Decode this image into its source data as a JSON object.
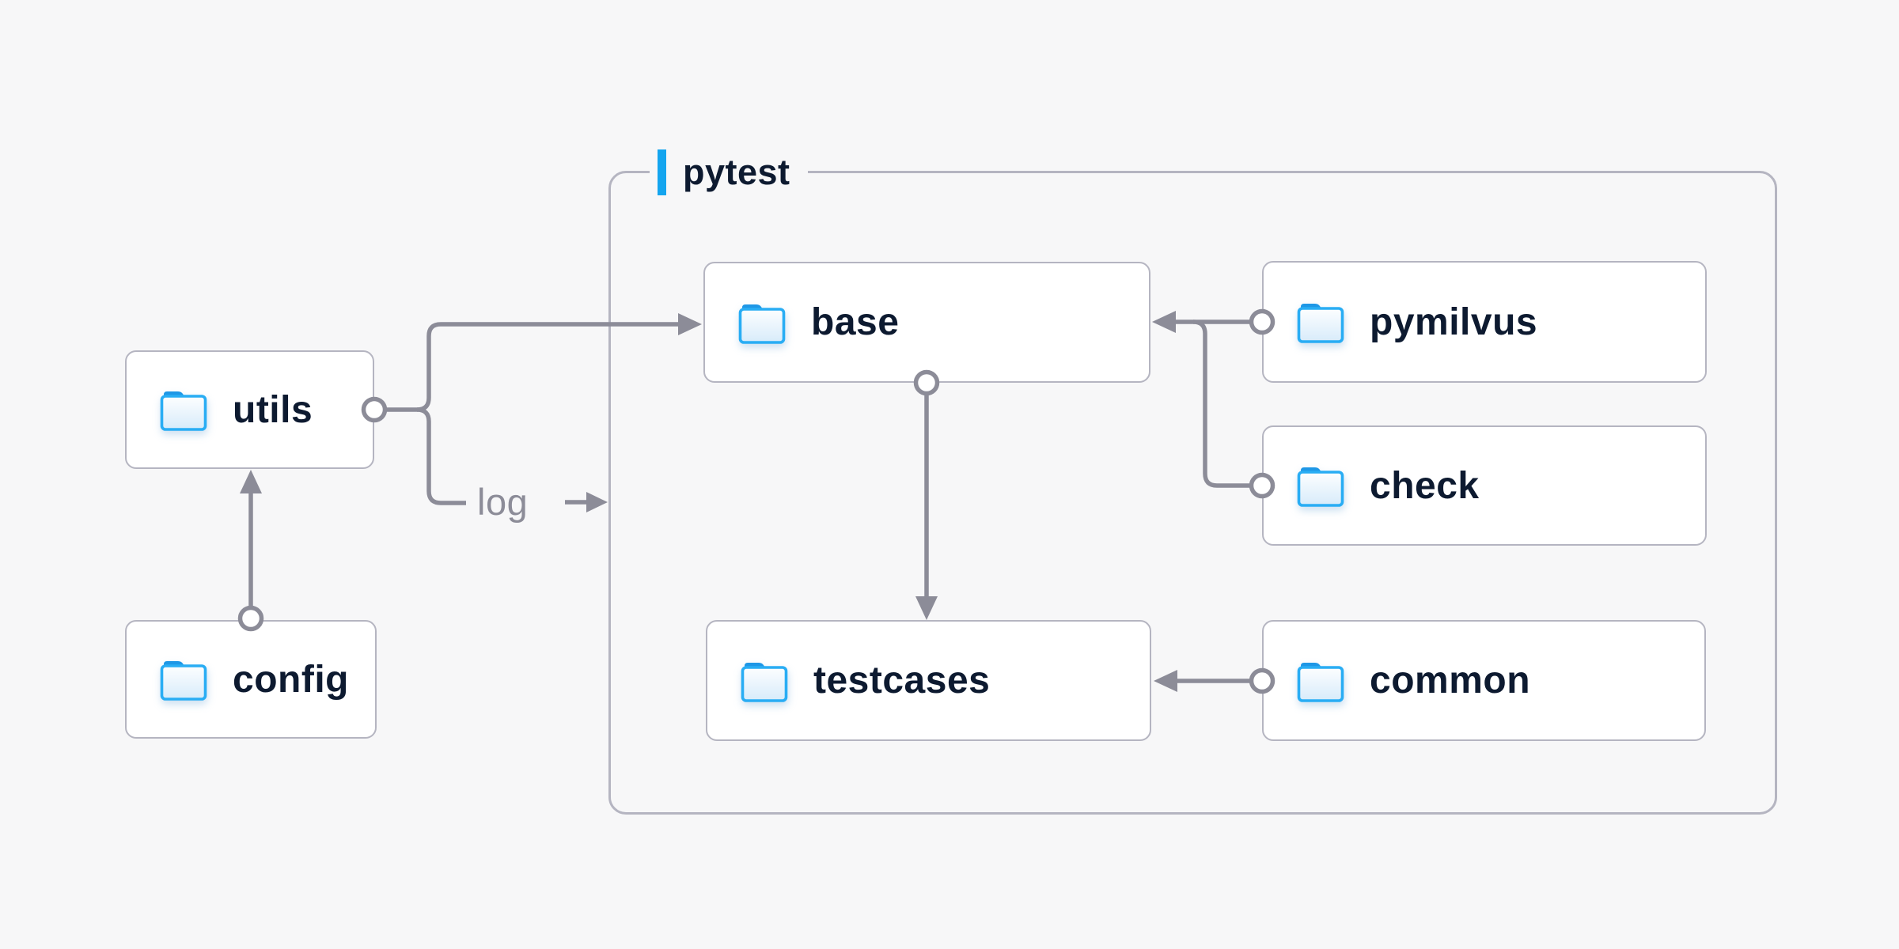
{
  "group": {
    "label": "pytest",
    "accent_color": "#14a5ef"
  },
  "nodes": {
    "utils": {
      "label": "utils"
    },
    "config": {
      "label": "config"
    },
    "base": {
      "label": "base"
    },
    "pymilvus": {
      "label": "pymilvus"
    },
    "check": {
      "label": "check"
    },
    "testcases": {
      "label": "testcases"
    },
    "common": {
      "label": "common"
    }
  },
  "edge_label": {
    "log": "log"
  },
  "edges": [
    {
      "from": "config",
      "to": "utils"
    },
    {
      "from": "utils",
      "to": "base"
    },
    {
      "from": "utils",
      "to": "log"
    },
    {
      "from": "pymilvus",
      "to": "base"
    },
    {
      "from": "check",
      "to": "base"
    },
    {
      "from": "base",
      "to": "testcases"
    },
    {
      "from": "common",
      "to": "testcases"
    }
  ],
  "icons": {
    "folder": "folder-icon"
  },
  "colors": {
    "background": "#f7f7f8",
    "node_bg": "#ffffff",
    "node_border": "#b5b5c1",
    "group_border": "#b5b5c1",
    "wire": "#8c8c98",
    "text": "#0d1a30",
    "edge_label_text": "#8c8c98",
    "accent": "#14a5ef",
    "folder_body_stroke": "#29adf4",
    "folder_tab": "#1e97e6",
    "folder_fill_top": "#fdfeff",
    "folder_fill_bottom": "#d7ebfa"
  }
}
